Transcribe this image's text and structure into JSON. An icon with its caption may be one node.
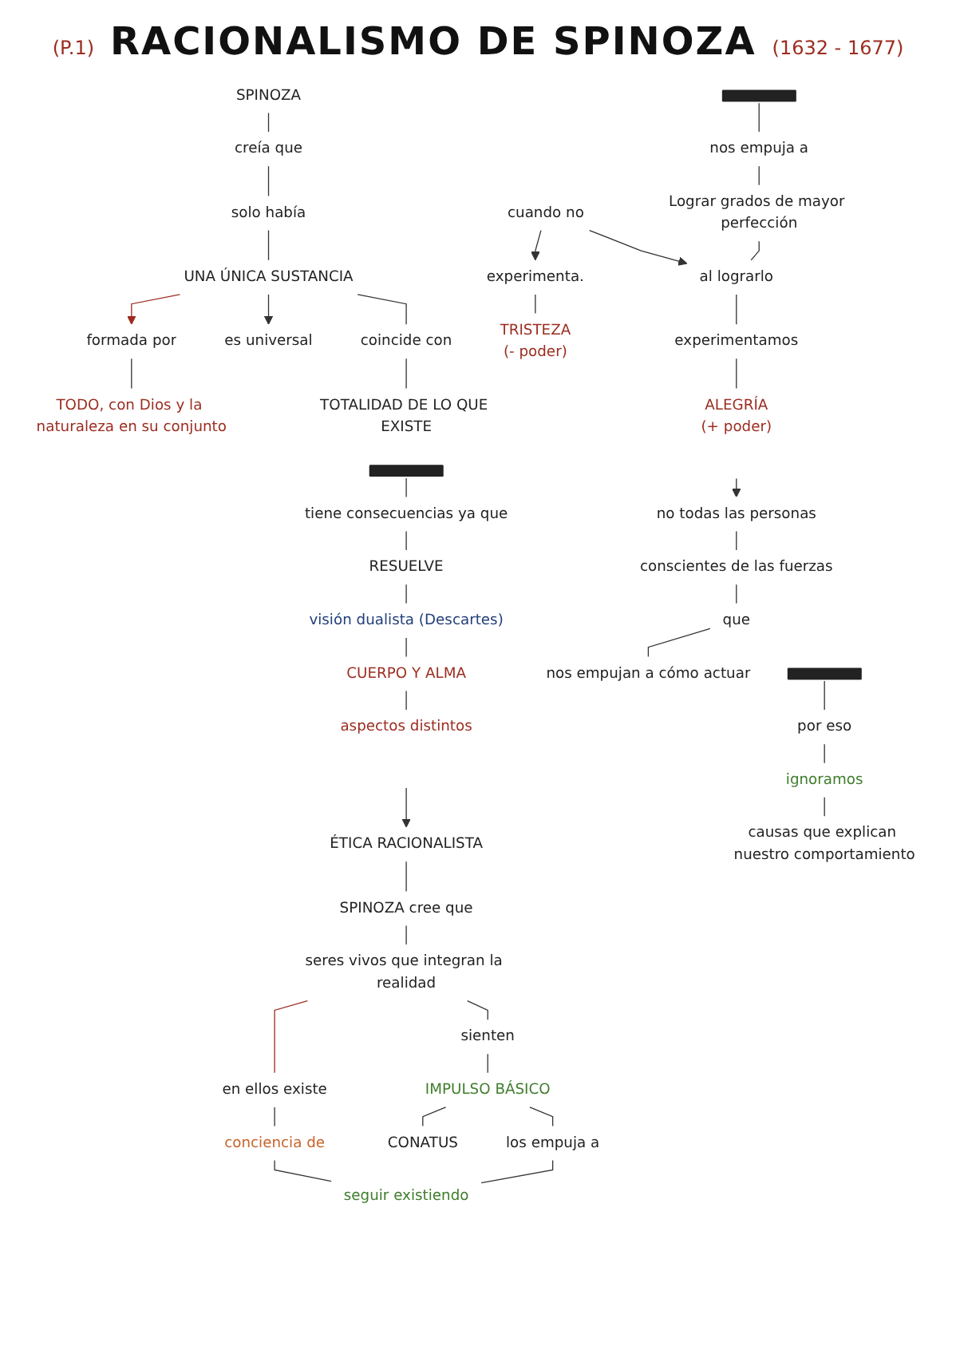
{
  "diagram": {
    "title": "RACIONALISMO DE SPINOZA",
    "nodes": [
      {
        "text": [
          "SPINOZA"
        ]
      },
      {
        "text": [
          "creía que"
        ]
      },
      {
        "text": [
          "solo había"
        ]
      },
      {
        "text": [
          "formada por"
        ]
      },
      {
        "text": [
          "UNA ÚNICA SUSTANCIA"
        ]
      },
      {
        "text": [
          "es universal"
        ]
      },
      {
        "text": [
          "TODO, con Dios y la naturaleza en su conjunto"
        ]
      },
      {
        "text": [
          "coincide con"
        ]
      },
      {
        "text": [
          "TOTALIDAD DE LO QUE EXISTE"
        ]
      },
      {
        "text": [],
        "shape": "bar"
      },
      {
        "text": [
          "tiene consecuencias ya que"
        ]
      },
      {
        "text": [
          "RESUELVE"
        ]
      },
      {
        "text": [
          "visión dualista (Descartes)"
        ]
      },
      {
        "text": [
          "CUERPO Y ALMA"
        ]
      },
      {
        "text": [
          "aspectos distintos"
        ]
      },
      {
        "text": [
          "ÉTICA RACIONALISTA"
        ]
      },
      {
        "text": [
          "SPINOZA cree que"
        ]
      },
      {
        "text": [
          "seres vivos que integran la realidad"
        ]
      },
      {
        "text": [
          "en ellos existe"
        ]
      },
      {
        "text": [
          "sienten"
        ]
      },
      {
        "text": [
          "conciencia de"
        ]
      },
      {
        "text": [
          "IMPULSO BÁSICO"
        ]
      },
      {
        "text": [
          "CONATUS"
        ]
      },
      {
        "text": [
          "los empuja a"
        ]
      },
      {
        "text": [
          "seguir existiendo"
        ]
      },
      {
        "text": [],
        "shape": "bar"
      },
      {
        "text": [
          "nos empuja a"
        ]
      },
      {
        "text": [
          "Lograr grados de mayor perfección"
        ]
      },
      {
        "text": [
          "TRISTEZA",
          "(- poder)"
        ]
      },
      {
        "text": [
          "experimenta."
        ]
      },
      {
        "text": [
          "cuando no"
        ]
      },
      {
        "text": [
          "al lograrlo"
        ]
      },
      {
        "text": [
          "experimentamos"
        ]
      },
      {
        "text": [
          "ALEGRÍA",
          "(+ poder)"
        ]
      },
      {
        "text": [
          "no todas las personas"
        ]
      },
      {
        "text": [
          "conscientes de las fuerzas"
        ]
      },
      {
        "text": [
          "que"
        ]
      },
      {
        "text": [
          "nos empujan a cómo actuar"
        ]
      },
      {
        "text": [],
        "shape": "bar"
      },
      {
        "text": [
          "por eso"
        ]
      },
      {
        "text": [
          "ignoramos"
        ]
      },
      {
        "text": [
          "causas que explican nuestro comportamiento"
        ]
      }
    ],
    "edges": [
      {
        "from": 0,
        "to": 1,
        "arrow": "none"
      },
      {
        "from": 1,
        "to": 2,
        "arrow": "none"
      },
      {
        "from": 2,
        "to": 4,
        "arrow": "none"
      },
      {
        "from": 4,
        "to": 3,
        "arrow": "to",
        "color": "#9b2d20"
      },
      {
        "from": 4,
        "to": 5,
        "arrow": "to"
      },
      {
        "from": 3,
        "to": 6,
        "arrow": "none"
      },
      {
        "from": 4,
        "to": 7,
        "arrow": "none"
      },
      {
        "from": 7,
        "to": 8,
        "arrow": "none"
      },
      {
        "from": 9,
        "to": 10,
        "arrow": "none"
      },
      {
        "from": 10,
        "to": 11,
        "arrow": "none"
      },
      {
        "from": 11,
        "to": 12,
        "arrow": "none"
      },
      {
        "from": 12,
        "to": 13,
        "arrow": "none"
      },
      {
        "from": 13,
        "to": 14,
        "arrow": "none"
      },
      {
        "from": null,
        "to": 15,
        "arrow": "to"
      },
      {
        "from": 15,
        "to": 16,
        "arrow": "none"
      },
      {
        "from": 16,
        "to": 17,
        "arrow": "none"
      },
      {
        "from": 17,
        "to": 18,
        "arrow": "none",
        "color": "#9b2d20"
      },
      {
        "from": 17,
        "to": 19,
        "arrow": "none"
      },
      {
        "from": 18,
        "to": 20,
        "arrow": "none"
      },
      {
        "from": 19,
        "to": 21,
        "arrow": "none"
      },
      {
        "from": 21,
        "to": 22,
        "arrow": "none"
      },
      {
        "from": 21,
        "to": 23,
        "arrow": "none"
      },
      {
        "from": 23,
        "to": 24,
        "arrow": "none"
      },
      {
        "from": 20,
        "to": 24,
        "arrow": "none"
      },
      {
        "from": 25,
        "to": 26,
        "arrow": "none"
      },
      {
        "from": 26,
        "to": 27,
        "arrow": "none"
      },
      {
        "from": 27,
        "to": 31,
        "arrow": "none"
      },
      {
        "from": 29,
        "to": 28,
        "arrow": "none"
      },
      {
        "from": 30,
        "to": 29,
        "arrow": "to"
      },
      {
        "from": 30,
        "to": 31,
        "arrow": "to"
      },
      {
        "from": 31,
        "to": 32,
        "arrow": "none"
      },
      {
        "from": 32,
        "to": 33,
        "arrow": "none"
      },
      {
        "from": null,
        "to": 34,
        "arrow": "to"
      },
      {
        "from": 34,
        "to": 35,
        "arrow": "none"
      },
      {
        "from": 35,
        "to": 36,
        "arrow": "none"
      },
      {
        "from": 36,
        "to": 37,
        "arrow": "none"
      },
      {
        "from": 38,
        "to": 39,
        "arrow": "none"
      },
      {
        "from": 39,
        "to": 40,
        "arrow": "none"
      },
      {
        "from": 40,
        "to": 41,
        "arrow": "none"
      }
    ],
    "labels": [
      "(P.1)",
      "(1632 - 1677)"
    ]
  }
}
